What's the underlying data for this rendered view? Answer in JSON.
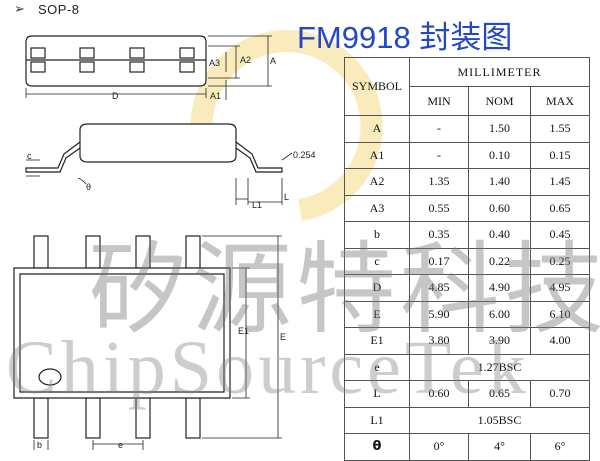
{
  "header": {
    "bullet": "➢",
    "package_name": "SOP-8",
    "title": "FM9918 封装图"
  },
  "drawing_labels": {
    "D": "D",
    "A": "A",
    "A1": "A1",
    "A2": "A2",
    "A3": "A3",
    "c": "c",
    "theta": "θ",
    "gauge": "0.254",
    "L": "L",
    "L1": "L1",
    "E": "E",
    "E1": "E1",
    "b": "b",
    "e": "e"
  },
  "table": {
    "symbol_header": "SYMBOL",
    "unit_header": "MILLIMETER",
    "col_headers": [
      "MIN",
      "NOM",
      "MAX"
    ],
    "rows": [
      {
        "symbol": "A",
        "min": "-",
        "nom": "1.50",
        "max": "1.55"
      },
      {
        "symbol": "A1",
        "min": "-",
        "nom": "0.10",
        "max": "0.15"
      },
      {
        "symbol": "A2",
        "min": "1.35",
        "nom": "1.40",
        "max": "1.45"
      },
      {
        "symbol": "A3",
        "min": "0.55",
        "nom": "0.60",
        "max": "0.65"
      },
      {
        "symbol": "b",
        "min": "0.35",
        "nom": "0.40",
        "max": "0.45"
      },
      {
        "symbol": "c",
        "min": "0.17",
        "nom": "0.22",
        "max": "0.25"
      },
      {
        "symbol": "D",
        "min": "4.85",
        "nom": "4.90",
        "max": "4.95"
      },
      {
        "symbol": "E",
        "min": "5.90",
        "nom": "6.00",
        "max": "6.10"
      },
      {
        "symbol": "E1",
        "min": "3.80",
        "nom": "3.90",
        "max": "4.00"
      },
      {
        "symbol": "e",
        "span": "1.27BSC"
      },
      {
        "symbol": "L",
        "min": "0.60",
        "nom": "0.65",
        "max": "0.70"
      },
      {
        "symbol": "L1",
        "span": "1.05BSC"
      },
      {
        "symbol": "θ",
        "min": "0°",
        "nom": "4°",
        "max": "6°"
      }
    ]
  },
  "watermark": {
    "chinese": "矽源特科技",
    "english": "ChipSourceTek"
  }
}
